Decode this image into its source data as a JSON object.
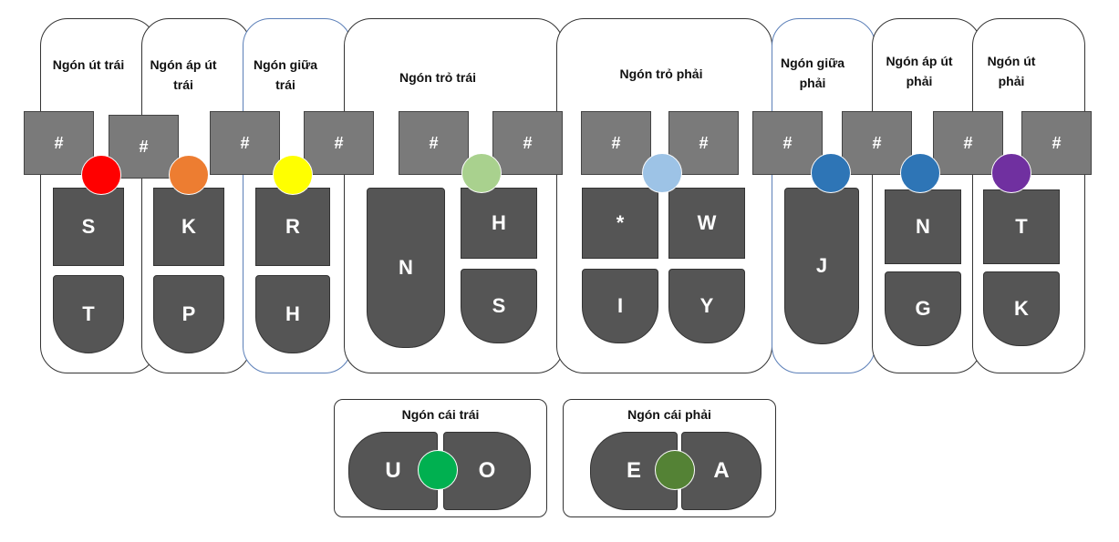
{
  "fingers": {
    "left_pinky": "Ngón út trái",
    "left_ring": "Ngón áp út trái",
    "left_middle": "Ngón giữa trái",
    "left_index": "Ngón trỏ trái",
    "right_index": "Ngón trỏ phải",
    "right_middle": "Ngón giữa phải",
    "right_ring": "Ngón áp út phải",
    "right_pinky": "Ngón út phải",
    "left_thumb": "Ngón cái trái",
    "right_thumb": "Ngón cái phải"
  },
  "number_key": "#",
  "keys": {
    "lp_top": "S",
    "lp_bottom": "T",
    "lr_top": "K",
    "lr_bottom": "P",
    "lm_top": "R",
    "lm_bottom": "H",
    "li_tall": "N",
    "li_top": "H",
    "li_bottom": "S",
    "ri_top_left": "*",
    "ri_top_right": "W",
    "ri_bottom_left": "I",
    "ri_bottom_right": "Y",
    "rm_tall": "J",
    "rr_top": "N",
    "rr_bottom": "G",
    "rp_top": "T",
    "rp_bottom": "K",
    "lt_left": "U",
    "lt_right": "O",
    "rt_left": "E",
    "rt_right": "A"
  },
  "colors": {
    "left_pinky": "#ff0000",
    "left_ring": "#ed7d31",
    "left_middle": "#ffff00",
    "left_index": "#a9d18e",
    "right_index": "#9dc3e6",
    "right_middle": "#2e75b6",
    "right_ring": "#2e75b6",
    "right_pinky": "#7030a0",
    "left_thumb": "#00b050",
    "right_thumb": "#548235"
  }
}
